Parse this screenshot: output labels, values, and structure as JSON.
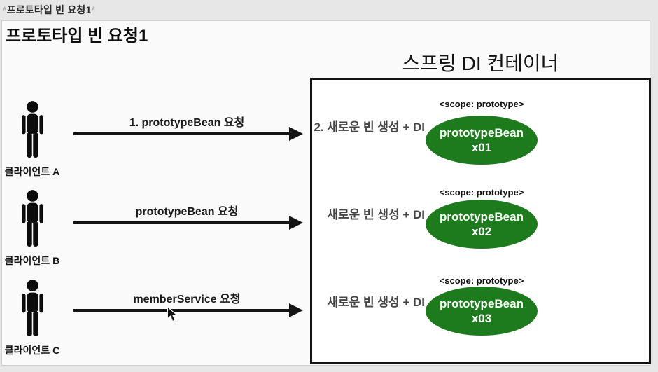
{
  "window_title": {
    "prefix": "*",
    "text": "프로토타입 빈 요청1",
    "suffix": "*"
  },
  "slide": {
    "title": "프로토타입 빈 요청1"
  },
  "container": {
    "heading": "스프링 DI 컨테이너"
  },
  "colors": {
    "bean_green": "#1d7a1d",
    "arrow_black": "#141414"
  },
  "rows": [
    {
      "client": "클라이언트 A",
      "request_label": "1. prototypeBean 요청",
      "container_label": "2. 새로운 빈 생성 + DI",
      "scope_label": "<scope: prototype>",
      "bean_name": "prototypeBean",
      "bean_instance": "x01"
    },
    {
      "client": "클라이언트 B",
      "request_label": "prototypeBean 요청",
      "container_label": "새로운 빈 생성 + DI",
      "scope_label": "<scope: prototype>",
      "bean_name": "prototypeBean",
      "bean_instance": "x02"
    },
    {
      "client": "클라이언트 C",
      "request_label": "memberService 요청",
      "container_label": "새로운 빈 생성 + DI",
      "scope_label": "<scope: prototype>",
      "bean_name": "prototypeBean",
      "bean_instance": "x03"
    }
  ]
}
